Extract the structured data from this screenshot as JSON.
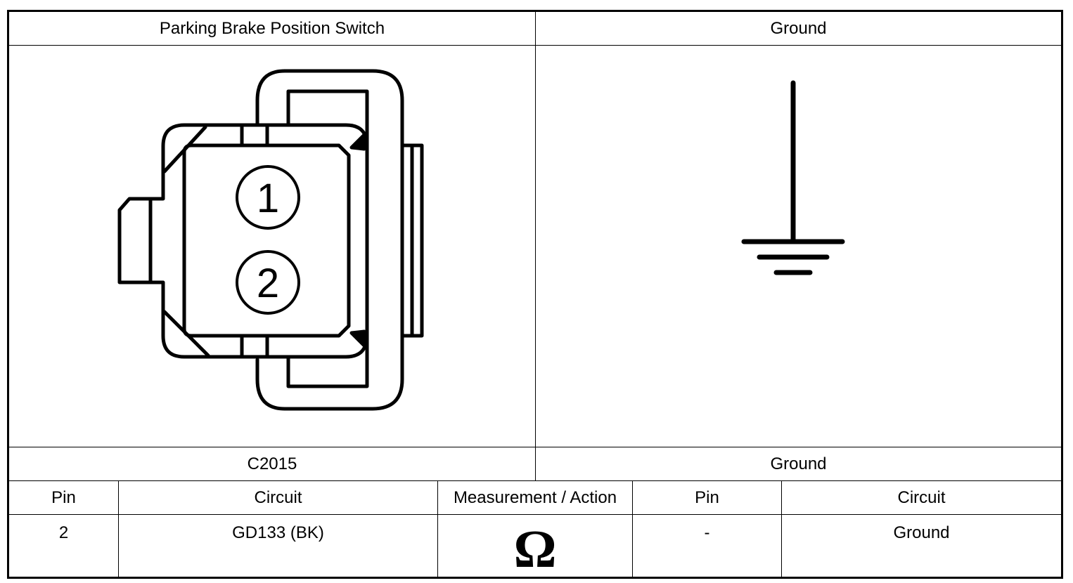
{
  "header": {
    "left_title": "Parking Brake Position Switch",
    "right_title": "Ground"
  },
  "connector": {
    "pin_labels": [
      "1",
      "2"
    ]
  },
  "footer": {
    "left_label": "C2015",
    "right_label": "Ground"
  },
  "table": {
    "columns": [
      "Pin",
      "Circuit",
      "Measurement / Action",
      "Pin",
      "Circuit"
    ],
    "rows": [
      {
        "pin_a": "2",
        "circuit_a": "GD133 (BK)",
        "measurement": "Ω",
        "pin_b": "-",
        "circuit_b": "Ground"
      }
    ]
  }
}
